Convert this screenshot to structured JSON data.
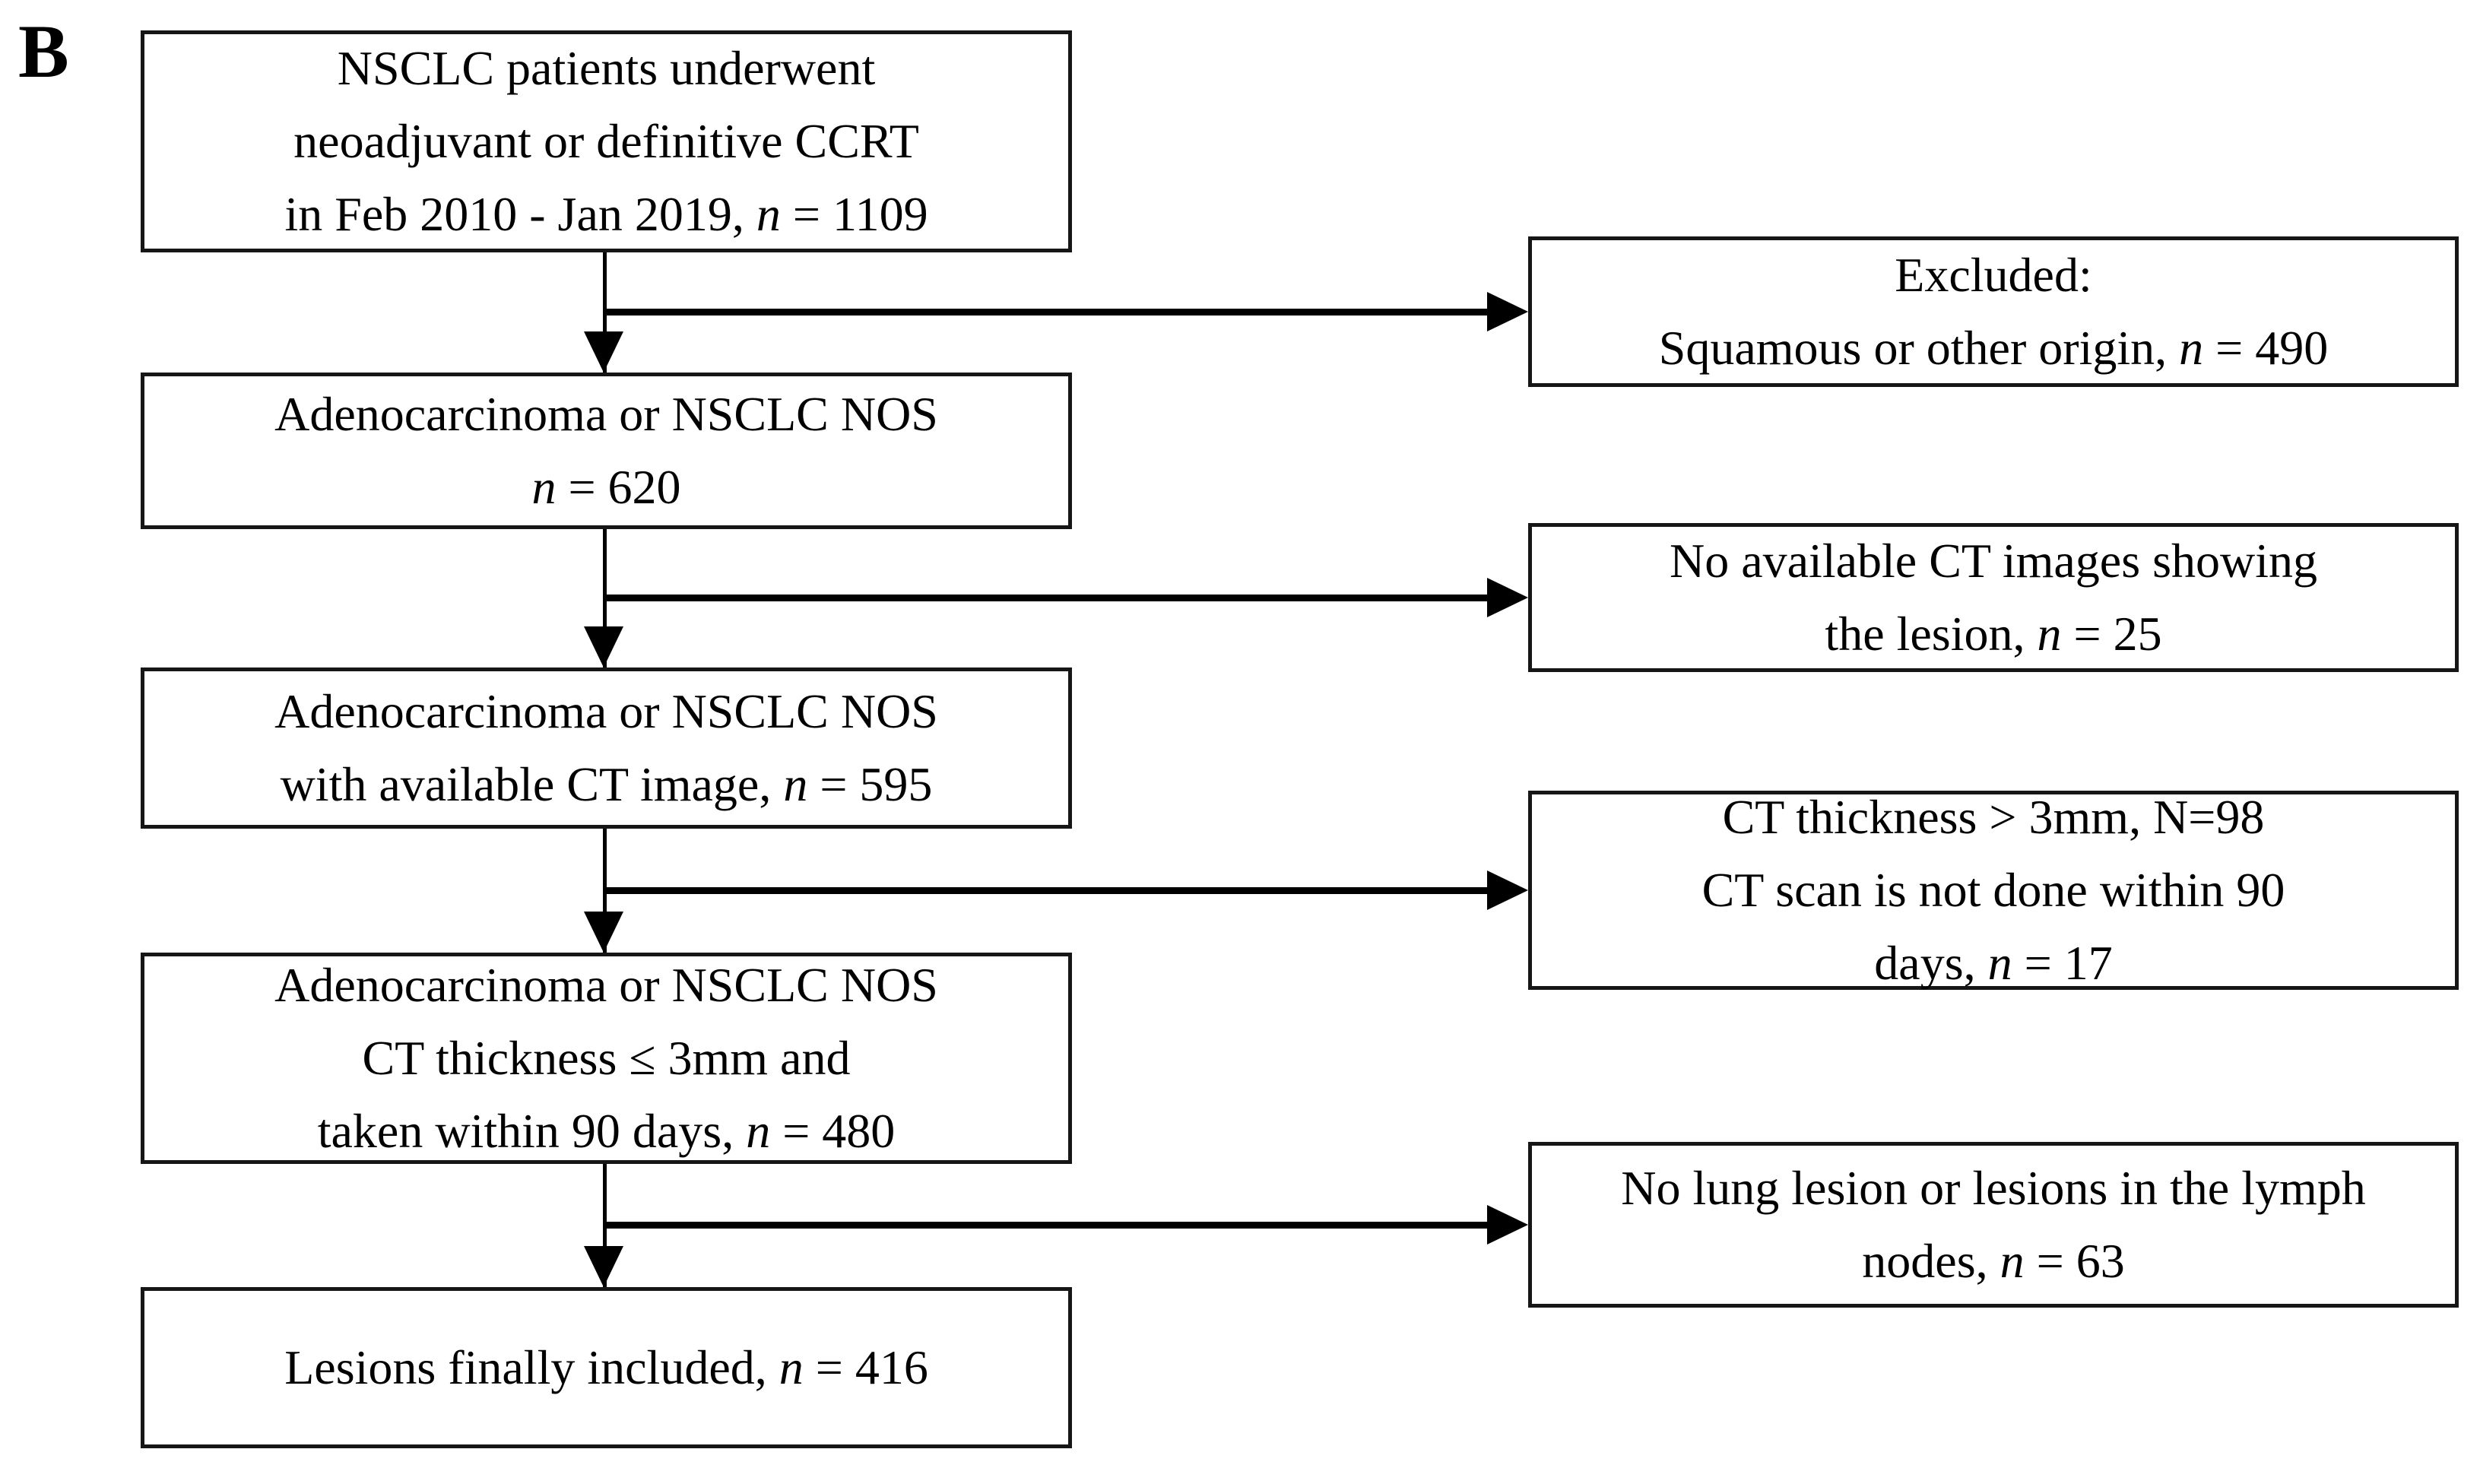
{
  "figure_label": "B",
  "flow": {
    "main_boxes": [
      {
        "lines": [
          "NSCLC patients underwent",
          "neoadjuvant or definitive CCRT",
          "in Feb 2010 - Jan 2019, n = 1109"
        ]
      },
      {
        "lines": [
          "Adenocarcinoma or NSCLC NOS",
          "n = 620"
        ]
      },
      {
        "lines": [
          "Adenocarcinoma or NSCLC NOS",
          "with available CT image, n = 595"
        ]
      },
      {
        "lines": [
          "Adenocarcinoma or NSCLC NOS",
          "CT thickness ≤ 3mm and",
          "taken within 90 days, n = 480"
        ]
      },
      {
        "lines": [
          "Lesions finally included, n = 416"
        ]
      }
    ],
    "exclusion_boxes": [
      {
        "lines": [
          "Excluded:",
          "Squamous or other origin, n = 490"
        ]
      },
      {
        "lines": [
          "No available CT images showing",
          "the lesion, n = 25"
        ]
      },
      {
        "lines": [
          "CT thickness > 3mm, N=98",
          "CT scan is not done within 90",
          "days, n = 17"
        ]
      },
      {
        "lines": [
          "No lung lesion or lesions in the lymph",
          "nodes, n = 63"
        ]
      }
    ]
  }
}
